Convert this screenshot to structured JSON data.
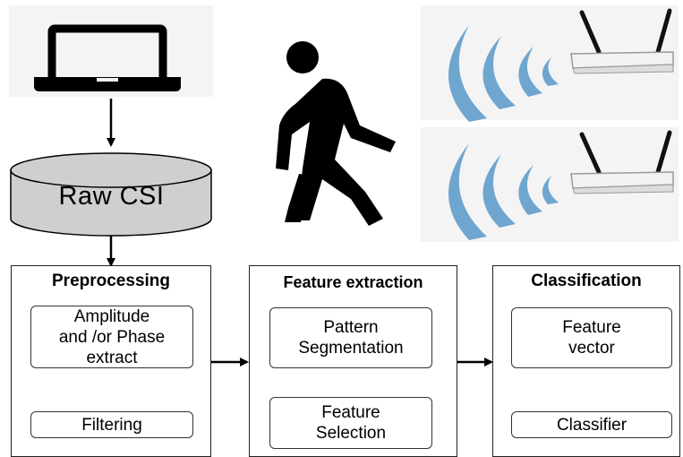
{
  "database": {
    "label": "Raw CSI"
  },
  "stages": [
    {
      "title": "Preprocessing",
      "boxes": [
        "Amplitude\nand /or Phase\nextract",
        "Filtering"
      ]
    },
    {
      "title": "Feature extraction",
      "boxes": [
        "Pattern\nSegmentation",
        "Feature\nSelection"
      ]
    },
    {
      "title": "Classification",
      "boxes": [
        "Feature\nvector",
        "Classifier"
      ]
    }
  ],
  "icons": [
    "laptop-icon",
    "walking-person-icon",
    "wifi-router-icon",
    "wifi-signal-icon"
  ],
  "colors": {
    "signal": "#6fa6cf",
    "stroke": "#000000",
    "cylinder": "#cfcfcf"
  }
}
